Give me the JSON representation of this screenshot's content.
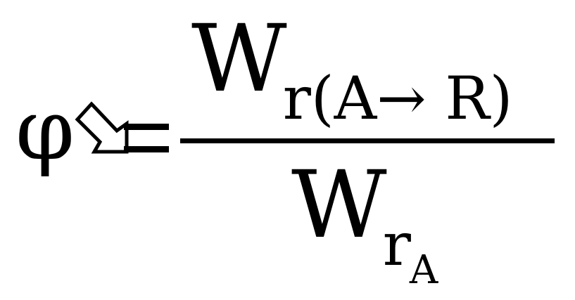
{
  "formula": {
    "lhs": "φ",
    "numerator": {
      "letter": "W",
      "subscript": "r(A→ R)"
    },
    "denominator": {
      "letter": "W",
      "subscript": "r",
      "subsubscript": "A"
    }
  },
  "colors": {
    "ink": "#000000",
    "background": "#ffffff"
  },
  "icons": {
    "relation_symbol": "arrow-equals-icon"
  }
}
